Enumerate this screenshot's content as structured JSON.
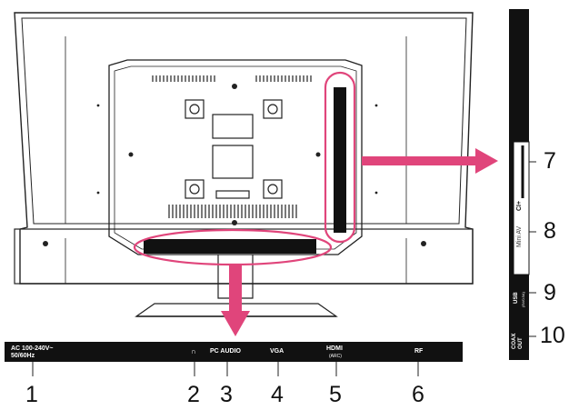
{
  "diagram": {
    "bottom_panel_ports": [
      {
        "number": "1",
        "label": "AC 100-240V~\n50/60Hz"
      },
      {
        "number": "2",
        "label": "headphone-icon"
      },
      {
        "number": "3",
        "label": "PC AUDIO"
      },
      {
        "number": "4",
        "label": "VGA"
      },
      {
        "number": "5",
        "label": "HDMI",
        "sublabel": "(ARC)"
      },
      {
        "number": "6",
        "label": "RF"
      }
    ],
    "side_panel_ports": [
      {
        "number": "7",
        "label": "CI+"
      },
      {
        "number": "8",
        "label": "Mini AV"
      },
      {
        "number": "9",
        "label": "USB",
        "sublabel": "(5V/0.5A)"
      },
      {
        "number": "10",
        "label": "COAX OUT"
      }
    ],
    "colors": {
      "highlight": "#e0457b",
      "panel": "#111111",
      "line": "#222222"
    }
  }
}
